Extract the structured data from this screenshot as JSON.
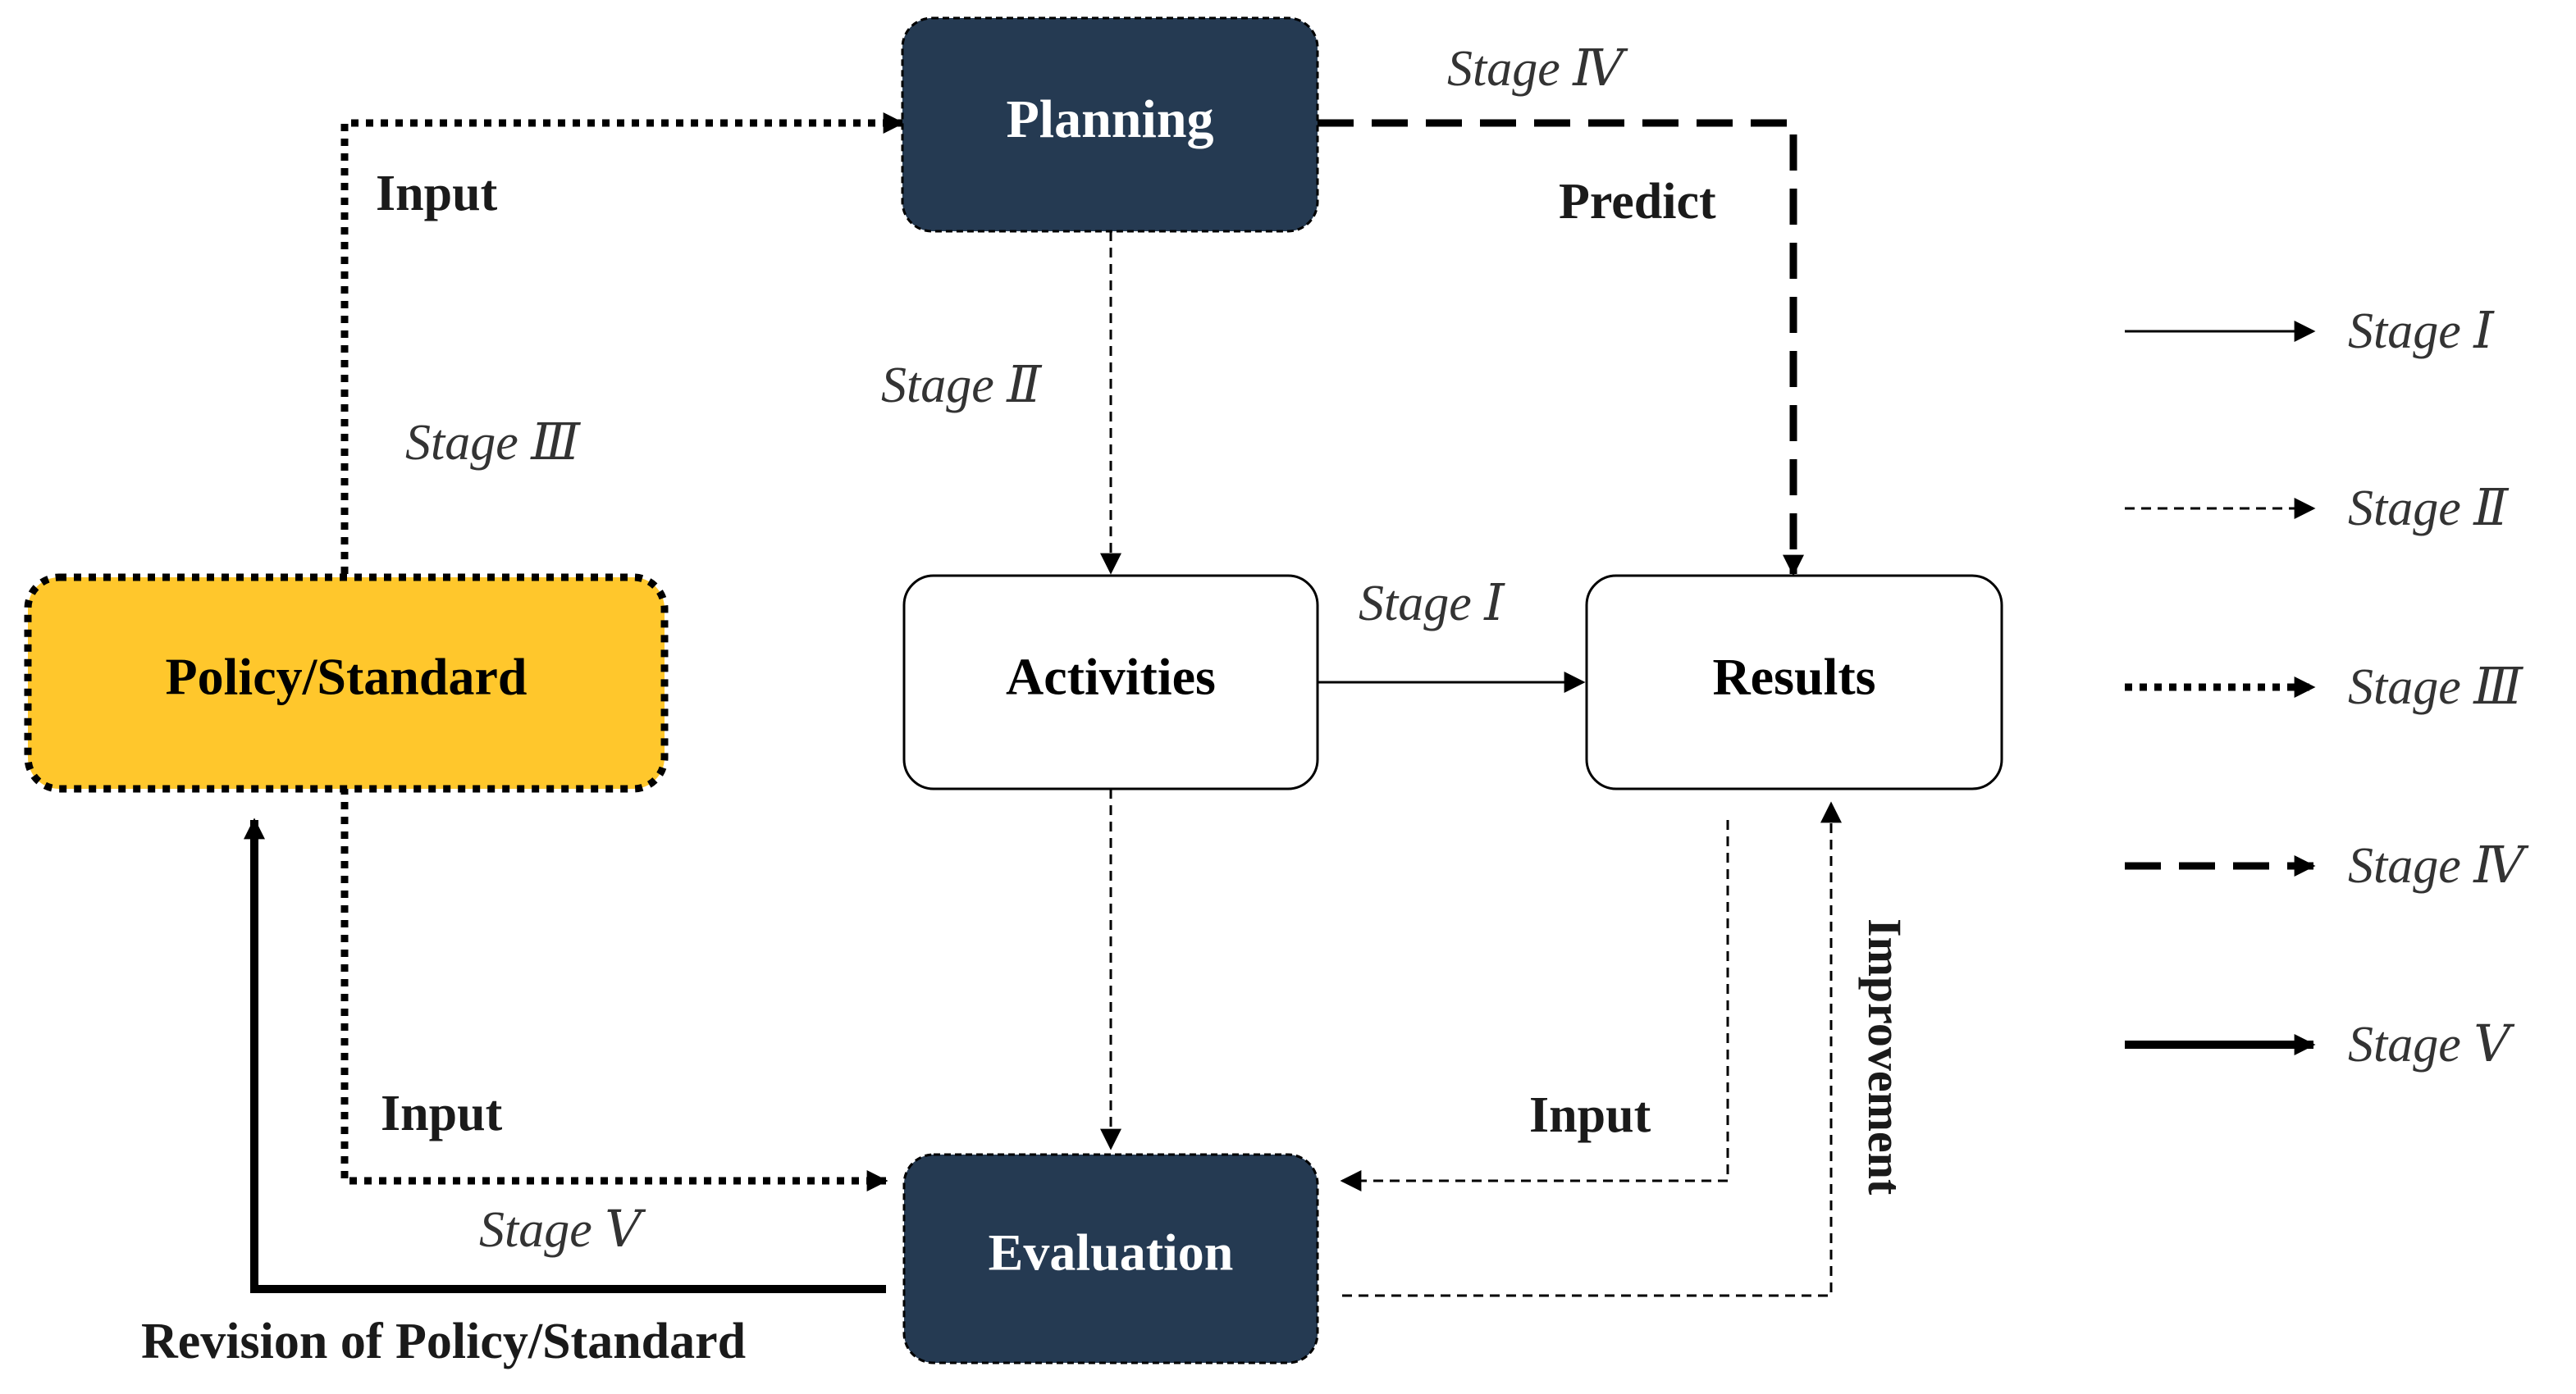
{
  "nodes": {
    "planning": "Planning",
    "activities": "Activities",
    "results": "Results",
    "policy": "Policy/Standard",
    "evaluation": "Evaluation"
  },
  "labels": {
    "stage_iv_top": "Stage Ⅳ",
    "predict": "Predict",
    "input_top": "Input",
    "stage_iii": "Stage Ⅲ",
    "stage_ii": "Stage Ⅱ",
    "stage_i": "Stage Ⅰ",
    "input_bottom_left": "Input",
    "stage_v": "Stage Ⅴ",
    "revision": "Revision of Policy/Standard",
    "input_bottom_right": "Input",
    "improvement": "Improvement"
  },
  "legend": [
    {
      "label": "Stage Ⅰ",
      "line": "solid-thin"
    },
    {
      "label": "Stage Ⅱ",
      "line": "dashed-thin"
    },
    {
      "label": "Stage Ⅲ",
      "line": "dotted-thick"
    },
    {
      "label": "Stage Ⅳ",
      "line": "dashed-thick"
    },
    {
      "label": "Stage Ⅴ",
      "line": "solid-thick"
    }
  ],
  "colors": {
    "dark_node": "#253a52",
    "policy_node": "#ffc72c",
    "white_node": "#ffffff",
    "stroke": "#000000"
  }
}
